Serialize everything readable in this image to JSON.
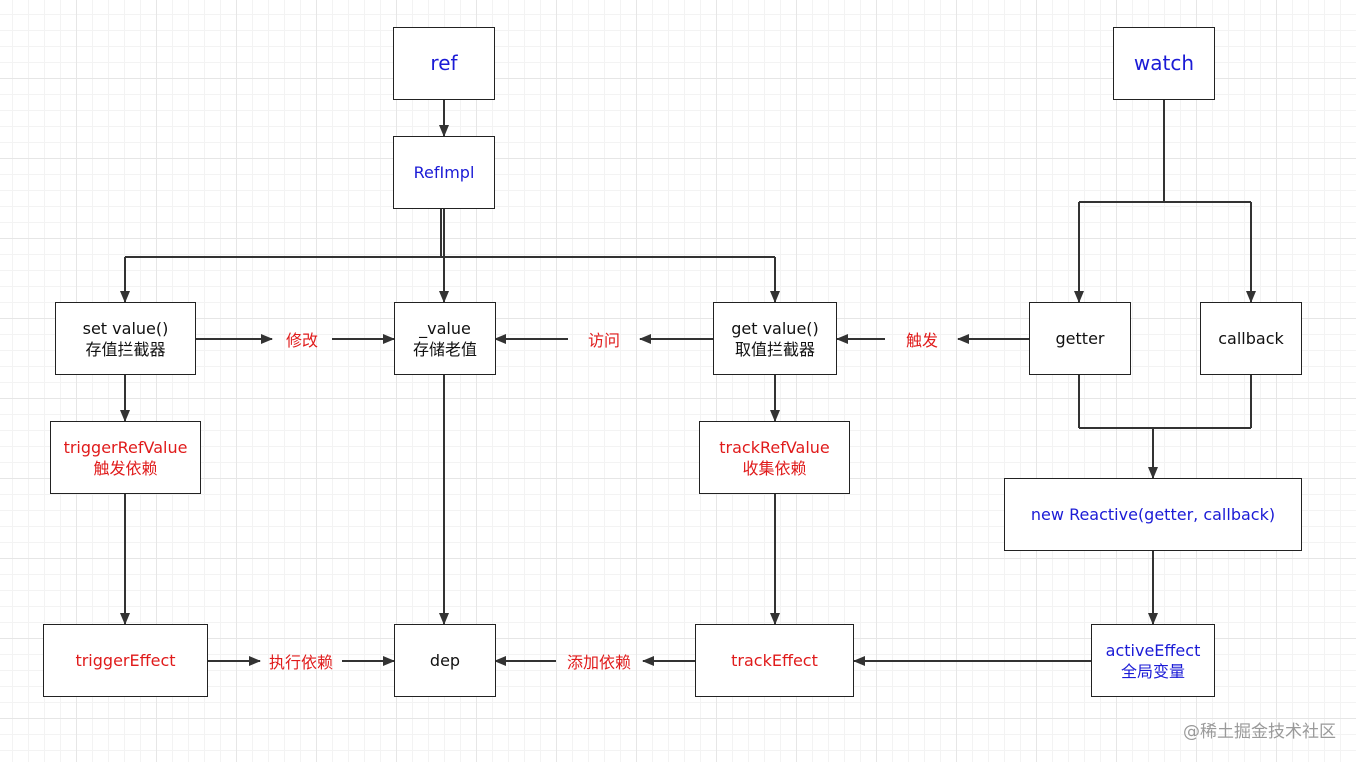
{
  "nodes": {
    "ref": "ref",
    "refimpl": "RefImpl",
    "watch": "watch",
    "set_value": {
      "l1": "set value()",
      "l2": "存值拦截器"
    },
    "_value": {
      "l1": "_value",
      "l2": "存储老值"
    },
    "get_value": {
      "l1": "get value()",
      "l2": "取值拦截器"
    },
    "getter": "getter",
    "callback": "callback",
    "trigger_ref_value": {
      "l1": "triggerRefValue",
      "l2": "触发依赖"
    },
    "track_ref_value": {
      "l1": "trackRefValue",
      "l2": "收集依赖"
    },
    "new_reactive": "new Reactive(getter, callback)",
    "trigger_effect": "triggerEffect",
    "dep": "dep",
    "track_effect": "trackEffect",
    "active_effect": {
      "l1": "activeEffect",
      "l2": "全局变量"
    }
  },
  "edge_labels": {
    "modify": "修改",
    "access": "访问",
    "trigger": "触发",
    "execute_deps": "执行依赖",
    "add_deps": "添加依赖"
  },
  "watermark": "@稀土掘金技术社区",
  "colors": {
    "blue_text": "#1b1bd6",
    "red_text": "#e01b1b",
    "line": "#333333"
  }
}
